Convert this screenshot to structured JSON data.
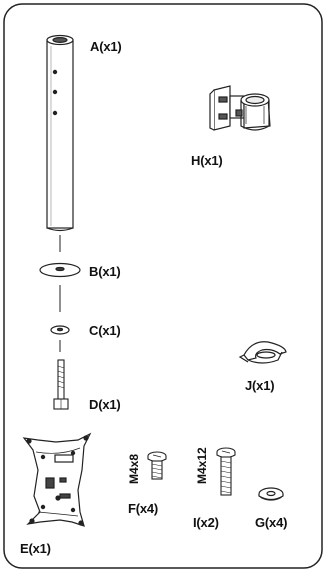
{
  "parts": {
    "A": {
      "label": "A(x1)"
    },
    "B": {
      "label": "B(x1)"
    },
    "C": {
      "label": "C(x1)"
    },
    "D": {
      "label": "D(x1)"
    },
    "E": {
      "label": "E(x1)"
    },
    "F": {
      "label": "F(x4)",
      "spec": "M4x8"
    },
    "G": {
      "label": "G(x4)"
    },
    "H": {
      "label": "H(x1)"
    },
    "I": {
      "label": "I(x2)",
      "spec": "M4x12"
    },
    "J": {
      "label": "J(x1)"
    }
  }
}
